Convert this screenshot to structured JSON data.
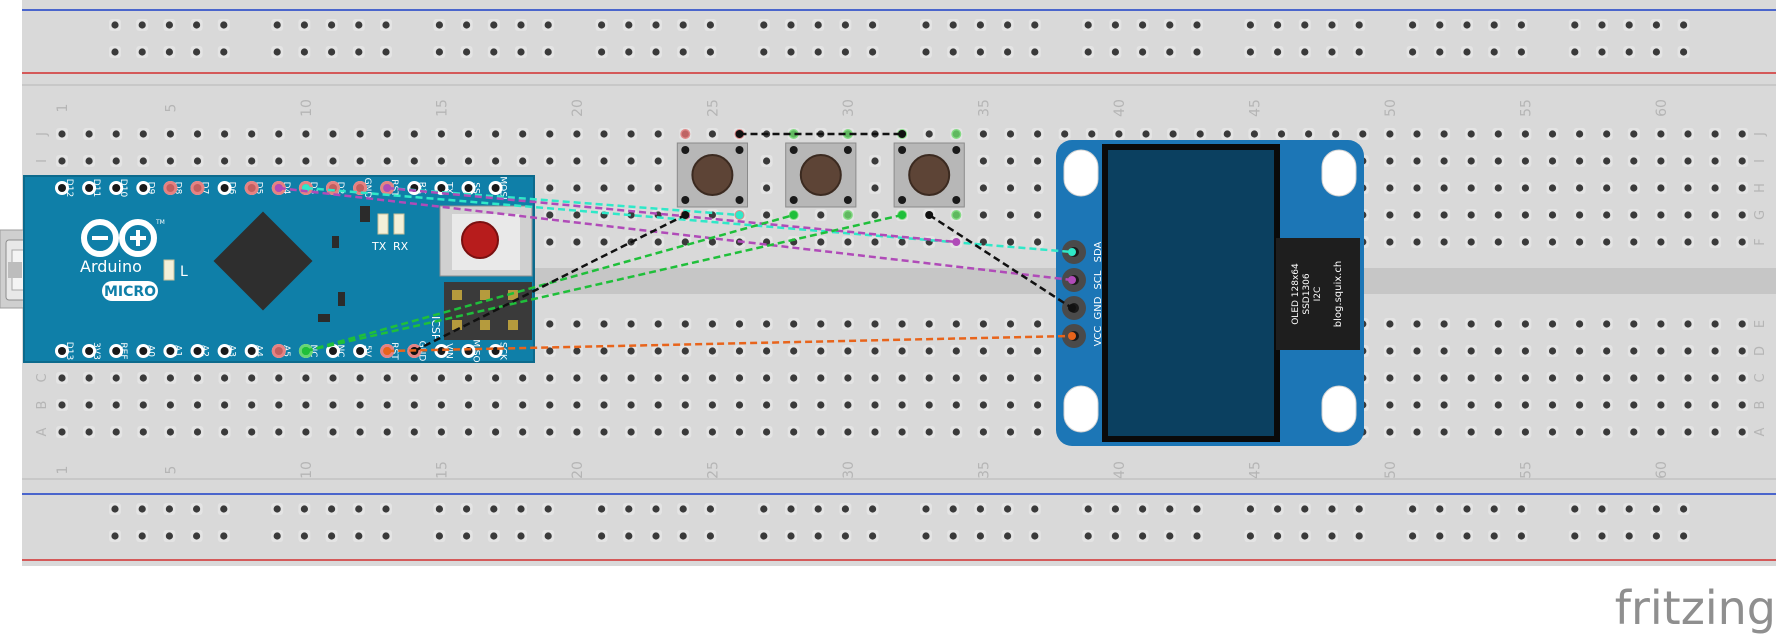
{
  "breadboard": {
    "column_numbers": [
      "1",
      "5",
      "10",
      "15",
      "20",
      "25",
      "30",
      "35",
      "40",
      "45",
      "50",
      "55",
      "60"
    ],
    "row_letters_top": [
      "J",
      "I",
      "H",
      "G",
      "F"
    ],
    "row_letters_bottom": [
      "E",
      "D",
      "C",
      "B",
      "A"
    ]
  },
  "arduino": {
    "brand": "Arduino",
    "model": "MICRO",
    "trademark": "TM",
    "led_tx": "TX",
    "led_rx": "RX",
    "led_l": "L",
    "icsp": "ICSP",
    "top_pins": [
      "D12",
      "D11",
      "D10",
      "D9",
      "D8",
      "D7",
      "D6",
      "D5",
      "D4",
      "D3",
      "D2",
      "GND",
      "RST",
      "RX",
      "TX",
      "SS",
      "MOSI"
    ],
    "bottom_pins": [
      "D13",
      "3V3",
      "REF",
      "A0",
      "A1",
      "A2",
      "A3",
      "A4",
      "A5",
      "NC",
      "NC",
      "5V",
      "RST",
      "GND",
      "VIN",
      "MISO",
      "SCK"
    ]
  },
  "oled": {
    "line1": "OLED 128x64",
    "line2": "SSD1306",
    "line3": "I2C",
    "line4": "blog.squix.ch",
    "pins": [
      "VCC",
      "GND",
      "SCL",
      "SDA"
    ]
  },
  "colors": {
    "breadboard": "#d9d9d9",
    "rail_red": "#d32f2f",
    "rail_blue": "#1a3fc7",
    "arduino_blue": "#0f7fa8",
    "oled_blue": "#1c76b6",
    "oled_screen": "#0b4060",
    "wire_cyan": "#2fe8c8",
    "wire_purple": "#b04bb8",
    "wire_green": "#1fbf3a",
    "wire_black": "#111111",
    "wire_orange": "#e8641b"
  },
  "watermark": "fritzing"
}
